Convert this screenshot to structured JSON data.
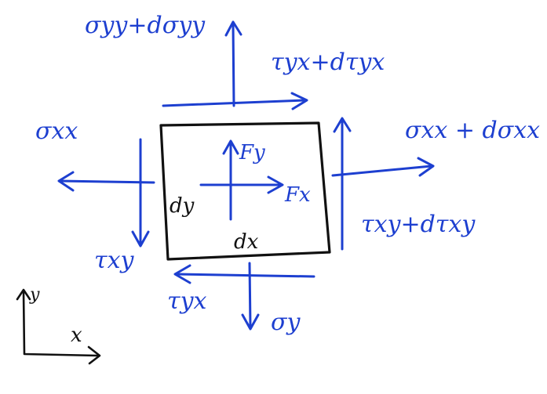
{
  "colors": {
    "ink_blue": "#1d3fd0",
    "ink_black": "#111111",
    "background": "#ffffff"
  },
  "labels": {
    "sigma_yy_plus": "σyy+dσyy",
    "tau_yx_plus": "τyx+dτyx",
    "sigma_xx": "σxx",
    "sigma_xx_plus": "σxx + dσxx",
    "tau_xy": "τxy",
    "tau_xy_plus": "τxy+dτxy",
    "tau_yx": "τyx",
    "sigma_y": "σy",
    "dy": "dy",
    "dx": "dx",
    "fy": "Fy",
    "fx": "Fx",
    "axis_x": "x",
    "axis_y": "y"
  }
}
